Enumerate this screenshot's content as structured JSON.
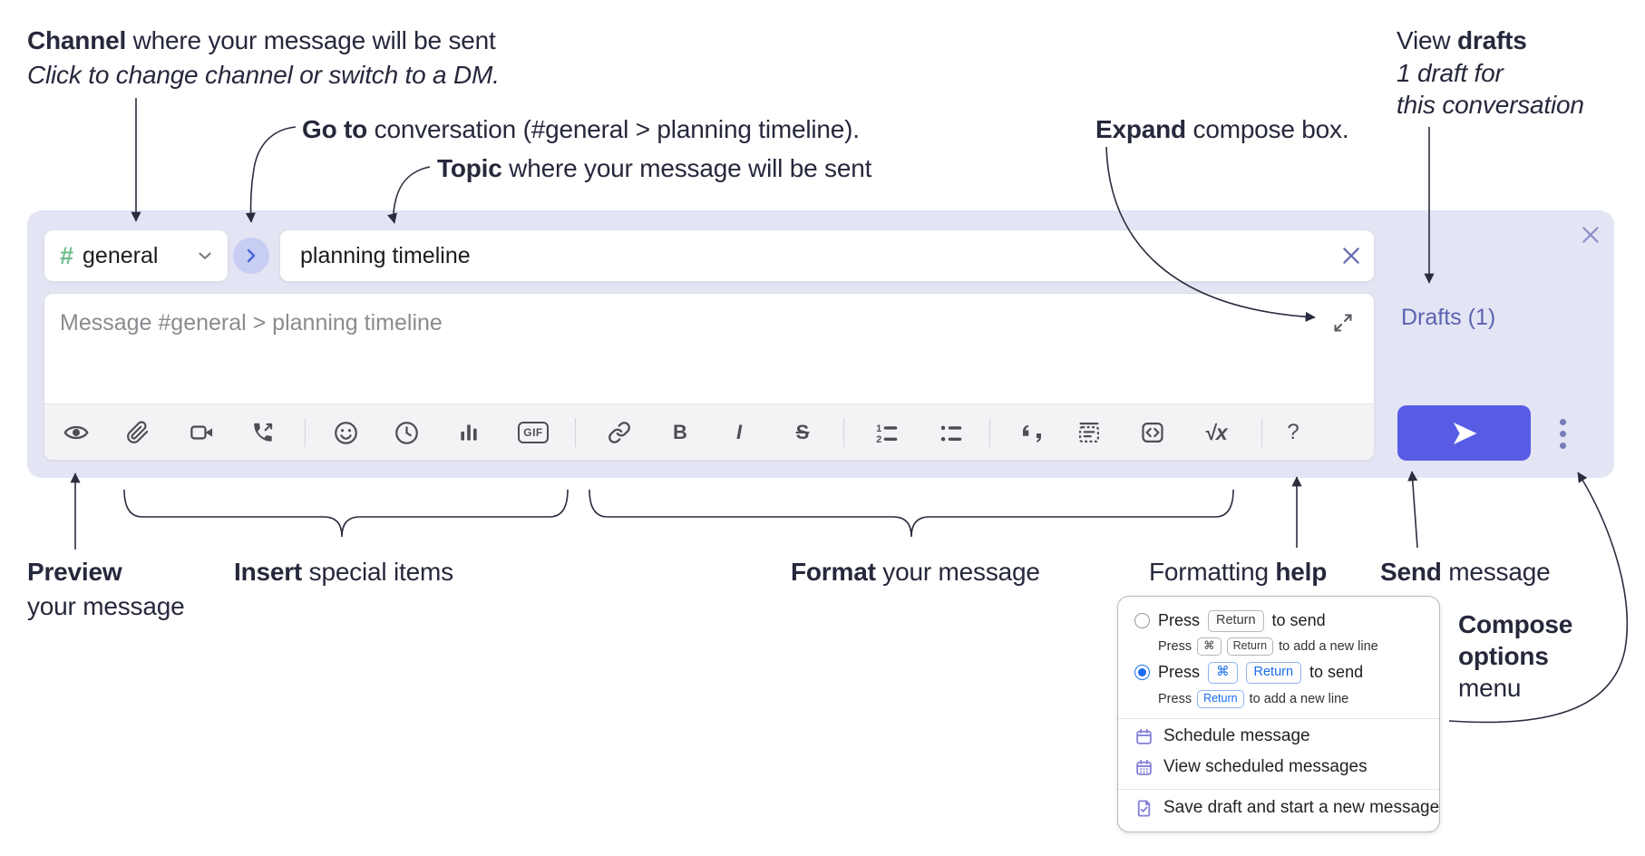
{
  "annotations": {
    "channel_bold": "Channel",
    "channel_rest": " where your message will be sent",
    "channel_sub": "Click to change channel or switch to a DM.",
    "goto_bold": "Go to",
    "goto_rest": " conversation (#general > planning timeline).",
    "topic_bold": "Topic",
    "topic_rest": " where your message will be sent",
    "expand_bold": "Expand",
    "expand_rest": " compose box.",
    "drafts_regular": "View ",
    "drafts_bold": "drafts",
    "drafts_line2": "1 draft for",
    "drafts_line3": "this conversation",
    "preview_bold": "Preview",
    "preview_rest": "your message",
    "insert_bold": "Insert",
    "insert_rest": " special items",
    "format_bold": "Format",
    "format_rest": " your message",
    "help_regular": "Formatting ",
    "help_bold": "help",
    "send_bold": "Send",
    "send_rest": " message",
    "opts_bold1": "Compose",
    "opts_bold2": "options",
    "opts_regular": "menu"
  },
  "composer": {
    "channel_hash": "#",
    "channel_name": "general",
    "topic_value": "planning timeline",
    "message_placeholder": "Message #general > planning timeline",
    "drafts_link": "Drafts (1)",
    "gif_label": "GIF",
    "bold_label": "B",
    "italic_label": "I",
    "strike_label": "S",
    "ol_num1": "1",
    "ol_num2": "2",
    "formula_label": "√x",
    "help_label": "?",
    "toolbar_icons": [
      "preview-eye",
      "paperclip",
      "video-camera",
      "phone-call",
      "emoji",
      "clock",
      "poll-bar-chart",
      "gif",
      "link",
      "bold",
      "italic",
      "strikethrough",
      "ordered-list",
      "bullet-list",
      "quote",
      "blockquote",
      "code",
      "formula",
      "help"
    ]
  },
  "menu": {
    "r1_press": "Press",
    "r1_key": "Return",
    "r1_tail": "to send",
    "r1s_press": "Press",
    "r1s_key1": "⌘",
    "r1s_key2": "Return",
    "r1s_tail": "to add a new line",
    "r2_press": "Press",
    "r2_key1": "⌘",
    "r2_key2": "Return",
    "r2_tail": "to send",
    "r2s_press": "Press",
    "r2s_key1": "Return",
    "r2s_tail": "to add a new line",
    "item_schedule": "Schedule message",
    "item_view_scheduled": "View scheduled messages",
    "item_save_draft": "Save draft and start a new message"
  },
  "colors": {
    "panel_background": "#e3e5f4",
    "send_accent": "#585ce5",
    "drafts_link": "#5d62b3",
    "hash_green": "#6dbd8e",
    "radio_selected_blue": "#1b6bf2",
    "menu_icon_purple": "#827fd8",
    "annotation_text": "#26283c"
  }
}
